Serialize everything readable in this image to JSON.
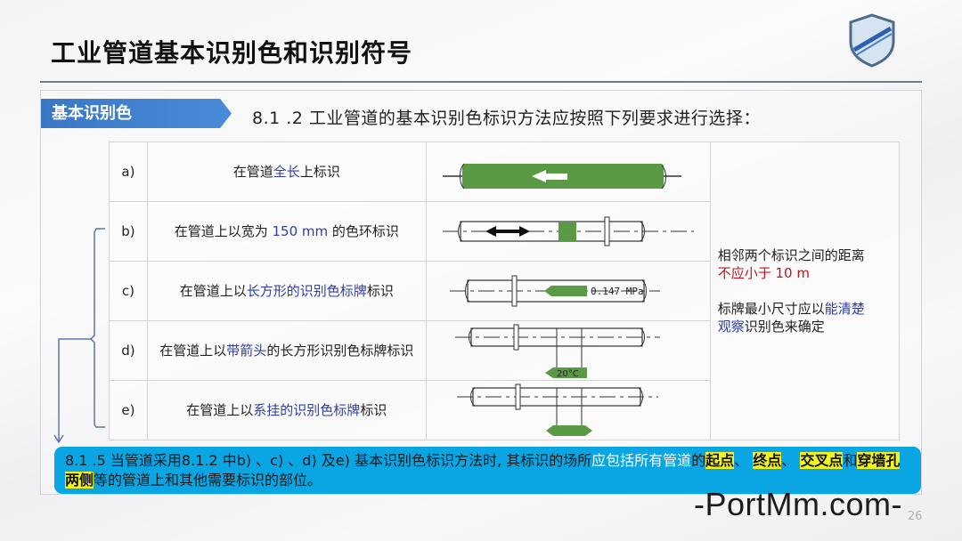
{
  "slide": {
    "title": "工业管道基本识别色和识别符号",
    "logo": "shield-logo-icon",
    "page_number": "26"
  },
  "section": {
    "tag": "基本识别色",
    "intro": "8.1 .2 工业管道的基本识别色标识方法应按照下列要求进行选择："
  },
  "rows": [
    {
      "label": "a)",
      "desc": [
        {
          "t": "在管道"
        },
        {
          "t": "全长",
          "c": "blue"
        },
        {
          "t": "上标识"
        }
      ],
      "figure": "full-length-green-pipe-with-arrow"
    },
    {
      "label": "b)",
      "desc": [
        {
          "t": "在管道上以宽为 "
        },
        {
          "t": "150 mm",
          "c": "blue"
        },
        {
          "t": " 的色环标识"
        }
      ],
      "figure": "pipe-with-150mm-color-ring"
    },
    {
      "label": "c)",
      "desc": [
        {
          "t": "在管道上以"
        },
        {
          "t": "长方形的识别色标牌",
          "c": "blue"
        },
        {
          "t": "标识"
        }
      ],
      "figure": "pipe-with-rect-tag",
      "figure_text": "0.147 MPa"
    },
    {
      "label": "d)",
      "desc": [
        {
          "t": "在管道上以"
        },
        {
          "t": "带箭头",
          "c": "blue"
        },
        {
          "t": "的长方形识别色标牌标识"
        }
      ],
      "figure": "pipe-with-arrow-tag",
      "figure_text": "20°C"
    },
    {
      "label": "e)",
      "desc": [
        {
          "t": "在管道上以"
        },
        {
          "t": "系挂的识别色标牌",
          "c": "blue"
        },
        {
          "t": "标识"
        }
      ],
      "figure": "pipe-with-hanging-tag"
    }
  ],
  "note": {
    "line1": "相邻两个标识之间的距离",
    "line2": "不应小于 10 m",
    "line3_a": "标牌最小尺寸应以",
    "line3_b": "能清楚",
    "line4_a": "观察",
    "line4_b": "识别色来确定"
  },
  "callout": {
    "p1": "8.1 .5 当管道采用8.1.2 中b) 、c) 、d) 及e) 基本识别色标识方法时, 其标识的场所",
    "p2": "应包括所有管道",
    "p3": "的",
    "h1": "起点",
    "s1": "、 ",
    "h2": "终点",
    "s2": "、 ",
    "h3": "交叉点",
    "p4": "和",
    "h4": "穿墙孔两侧",
    "p5": "等的管道上和其他需要标识的部位。"
  },
  "watermark": "-PortMm.com-",
  "colors": {
    "tag_blue": "#3a78c6",
    "pipe_green": "#5b9a45",
    "callout_blue": "#0aa5e3",
    "highlight_yellow": "#f3f31f",
    "text_blue": "#2f3fa3",
    "text_red": "#c0151e"
  }
}
